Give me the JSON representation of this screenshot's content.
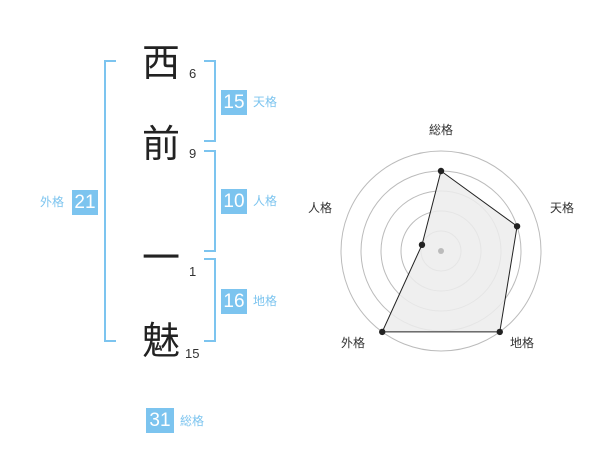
{
  "name": {
    "chars": [
      {
        "char": "西",
        "strokes": "6"
      },
      {
        "char": "前",
        "strokes": "9"
      },
      {
        "char": "一",
        "strokes": "1"
      },
      {
        "char": "魅",
        "strokes": "15"
      }
    ]
  },
  "kakaku": {
    "tenkaku": {
      "value": "15",
      "label": "天格"
    },
    "jinkaku": {
      "value": "10",
      "label": "人格"
    },
    "chikaku": {
      "value": "16",
      "label": "地格"
    },
    "gaikaku": {
      "value": "21",
      "label": "外格"
    },
    "soukaku": {
      "value": "31",
      "label": "総格"
    }
  },
  "chart_data": {
    "type": "radar",
    "axes": [
      "総格",
      "天格",
      "地格",
      "外格",
      "人格"
    ],
    "values": [
      0.8,
      0.8,
      1.0,
      1.0,
      0.2
    ],
    "max": 1.0,
    "rings": 5,
    "colors": {
      "fill": "#ececec",
      "line": "#222222",
      "ring": "#bbbbbb",
      "center": "#bbbbbb"
    }
  }
}
